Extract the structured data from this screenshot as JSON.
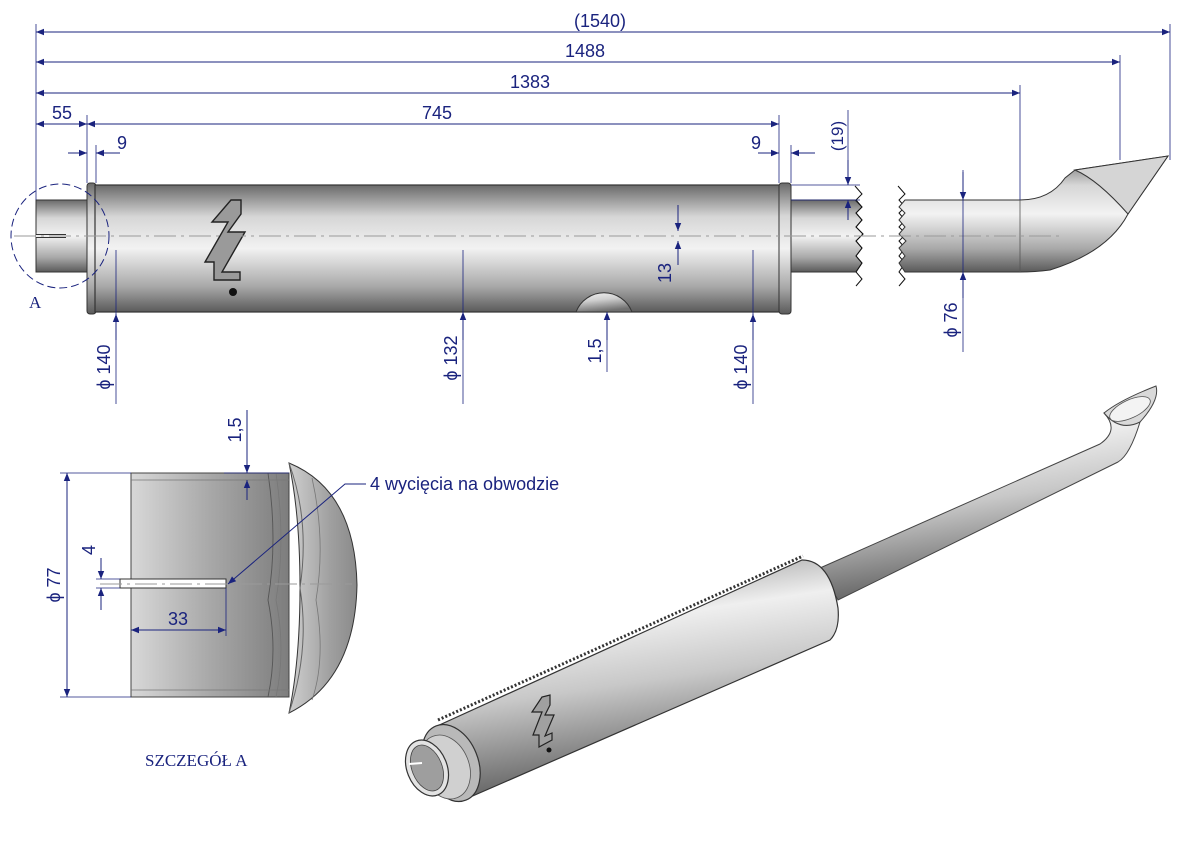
{
  "dimensions": {
    "overall_ref": "(1540)",
    "overall": "1488",
    "to_bend": "1383",
    "inlet_len": "55",
    "body_len": "745",
    "flange_left": "9",
    "flange_right": "9",
    "pipe_offset": "(19)",
    "slot_width_body": "13",
    "dia_flange_left": "ϕ 140",
    "dia_body": "ϕ 132",
    "wall": "1,5",
    "dia_flange_right": "ϕ 140",
    "dia_pipe": "ϕ 76"
  },
  "detail": {
    "marker": "A",
    "title": "SZCZEGÓŁ A",
    "callout": "4 wycięcia na obwodzie",
    "wall": "1,5",
    "dia": "ϕ 77",
    "slot_width": "4",
    "slot_depth": "33"
  },
  "colors": {
    "dimension": "#1a237e",
    "steel_light": "#e8e8e8",
    "steel_dark": "#6e6e6e"
  }
}
